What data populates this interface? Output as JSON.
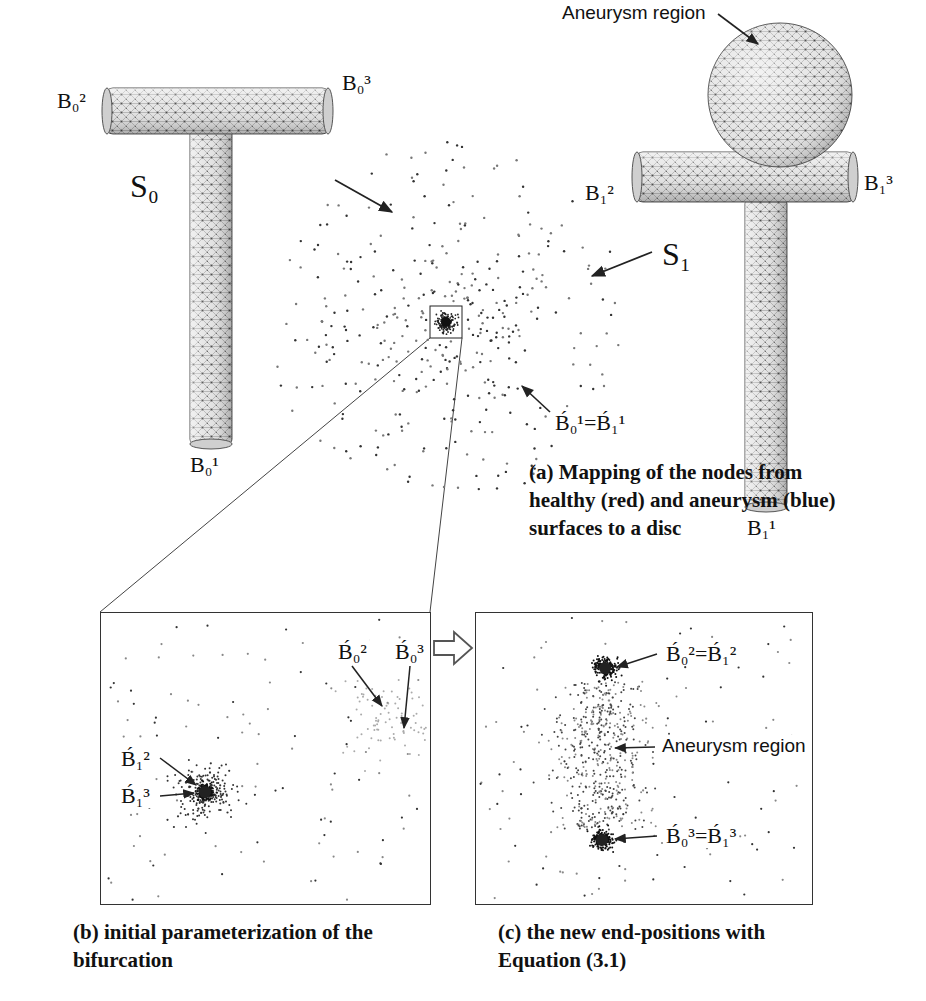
{
  "diagram": {
    "nodes": [
      {
        "text": [
          "B́₀²",
          "B́₀³",
          "B́₁²",
          "B́₁³",
          "(b) initial parameterization of the bifurcation"
        ]
      },
      {
        "text": [
          "B́₀²=B́₁²",
          "Aneurysm region",
          "B́₀³=B́₁³",
          "(c) the new end-positions with Equation (3.1)"
        ]
      }
    ],
    "edges": [
      {
        "from": 0,
        "to": 1,
        "arrow": "to"
      }
    ],
    "labels": [
      "Aneurysm region",
      "B₀²",
      "B₀³",
      "S₀",
      "B₀¹",
      "B₁²",
      "B₁³",
      "S₁",
      "B₁¹",
      "B́₀¹=B́₁¹",
      "(a) Mapping of the nodes from healthy (red) and aneurysm (blue) surfaces to a disc"
    ]
  }
}
